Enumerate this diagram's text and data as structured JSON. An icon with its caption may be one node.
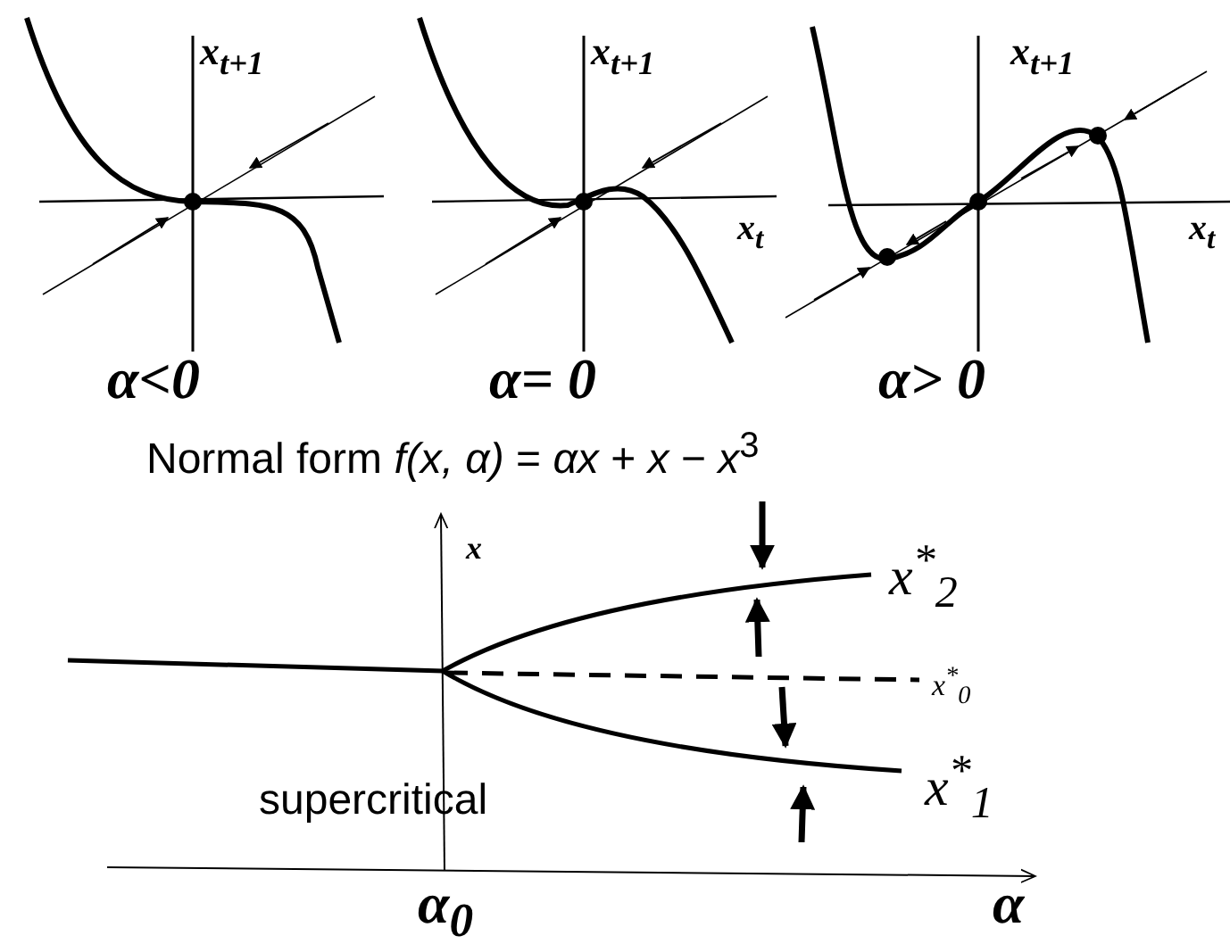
{
  "diagram": {
    "labels": [
      "x$_{t+1}$",
      "x$_{t+1}$",
      "x$_{t+1}$",
      "x$_{t}$",
      "x$_{t}$",
      "α<0",
      "α= 0",
      "α> 0",
      "Normal form *f(x, α)* = *αx* + *x* − *x*$^{3}$",
      "x",
      "x$^{*}$$_{2}$",
      "x$^{*}$$_{0}$",
      "x$^{*}$$_{1}$",
      "supercritical",
      "α$_{0}$",
      "α"
    ]
  }
}
